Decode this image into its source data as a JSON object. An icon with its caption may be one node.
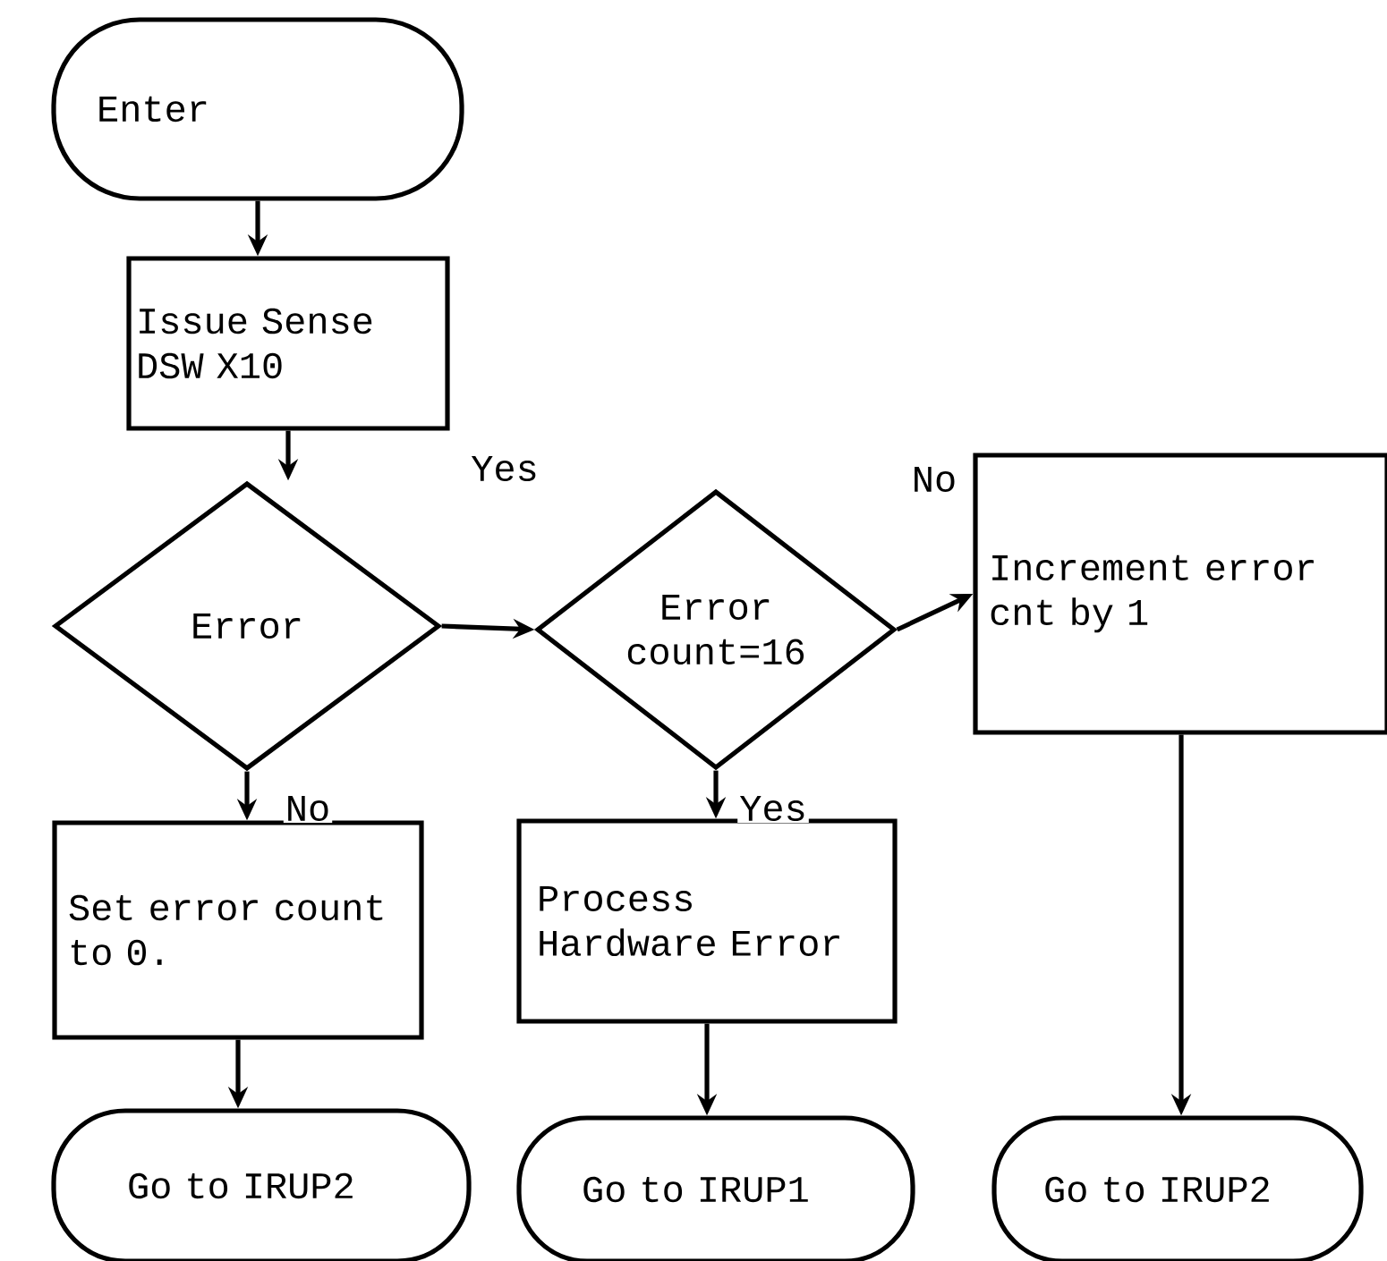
{
  "diagram": {
    "nodes": [
      {
        "text": [
          "Enter"
        ]
      },
      {
        "text": [
          "Issue Sense DSW X10"
        ]
      },
      {
        "text": [
          "Error"
        ]
      },
      {
        "text": [
          "Error count=16"
        ]
      },
      {
        "text": [
          "Increment error cnt by 1"
        ]
      },
      {
        "text": [
          "Set error count to 0."
        ]
      },
      {
        "text": [
          "Process Hardware Error"
        ]
      },
      {
        "text": [
          "Go to IRUP2"
        ]
      },
      {
        "text": [
          "Go to IRUP1"
        ]
      },
      {
        "text": [
          "Go to IRUP2"
        ]
      }
    ],
    "edges": [
      {
        "from": 0,
        "to": 1,
        "arrow": "to"
      },
      {
        "from": 1,
        "to": 2,
        "arrow": "to"
      },
      {
        "from": 2,
        "to": 3,
        "arrow": "to",
        "label": "Yes"
      },
      {
        "from": 3,
        "to": 4,
        "arrow": "to",
        "label": "No"
      },
      {
        "from": 2,
        "to": 5,
        "arrow": "to",
        "label": "No"
      },
      {
        "from": 3,
        "to": 6,
        "arrow": "to",
        "label": "Yes"
      },
      {
        "from": 5,
        "to": 7,
        "arrow": "to"
      },
      {
        "from": 6,
        "to": 8,
        "arrow": "to"
      },
      {
        "from": 4,
        "to": 9,
        "arrow": "to"
      }
    ]
  }
}
